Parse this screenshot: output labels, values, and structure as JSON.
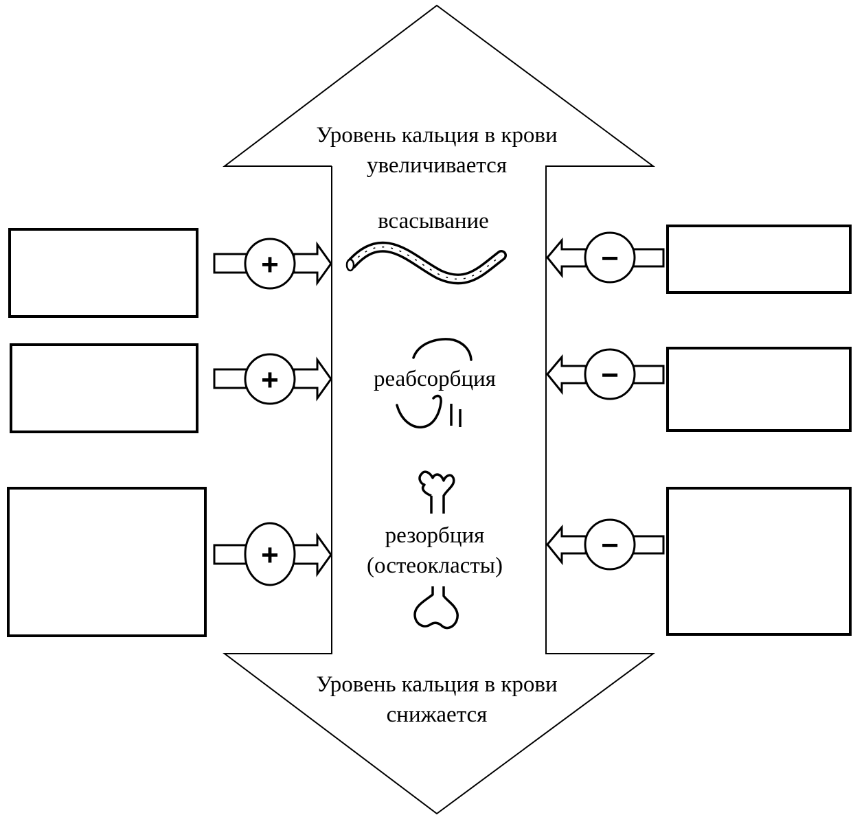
{
  "top_label": {
    "line1": "Уровень кальция в крови",
    "line2": "увеличивается"
  },
  "bottom_label": {
    "line1": "Уровень кальция в крови",
    "line2": "снижается"
  },
  "processes": {
    "absorption": "всасывание",
    "reabsorption": "реабсорбция",
    "resorption_line1": "резорбция",
    "resorption_line2": "(остеокласты)"
  },
  "signs": {
    "plus": "+",
    "minus": "−"
  },
  "icons": {
    "absorption": "intestine-icon",
    "reabsorption": "kidney-icon",
    "resorption": "bone-icon"
  },
  "colors": {
    "line": "#000000",
    "background": "#ffffff"
  }
}
